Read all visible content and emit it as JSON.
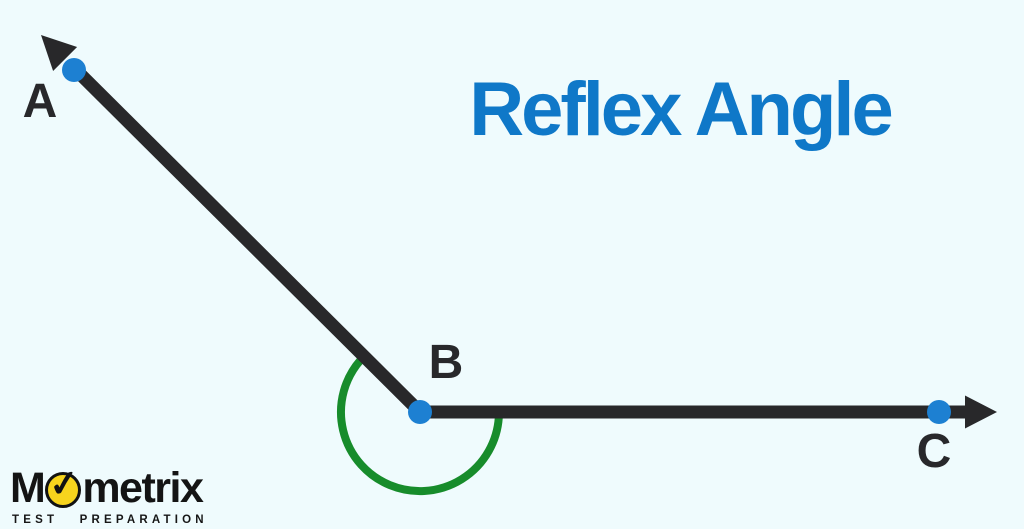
{
  "title": {
    "text": "Reflex Angle",
    "color": "#0f78c8"
  },
  "diagram": {
    "type": "angle-diagram",
    "angle_kind": "reflex",
    "vertex": "B",
    "rays": [
      {
        "from": "B",
        "to": "A",
        "direction": "upper-left",
        "arrowhead": true
      },
      {
        "from": "B",
        "to": "C",
        "direction": "right",
        "arrowhead": true
      }
    ],
    "points": {
      "A": {
        "label": "A"
      },
      "B": {
        "label": "B"
      },
      "C": {
        "label": "C"
      }
    },
    "arc": {
      "marks": "reflex angle at B",
      "sweep_degrees": 217,
      "color": "#178c2b"
    },
    "colors": {
      "ray": "#28282a",
      "point_dot": "#1d80d2",
      "arc": "#178c2b",
      "label": "#28282b",
      "background": "#effbfd"
    }
  },
  "logo": {
    "prefix": "M",
    "suffix": "metrix",
    "check": "✓",
    "tagline": "TEST PREPARATION",
    "circle_color": "#f7d41d"
  }
}
